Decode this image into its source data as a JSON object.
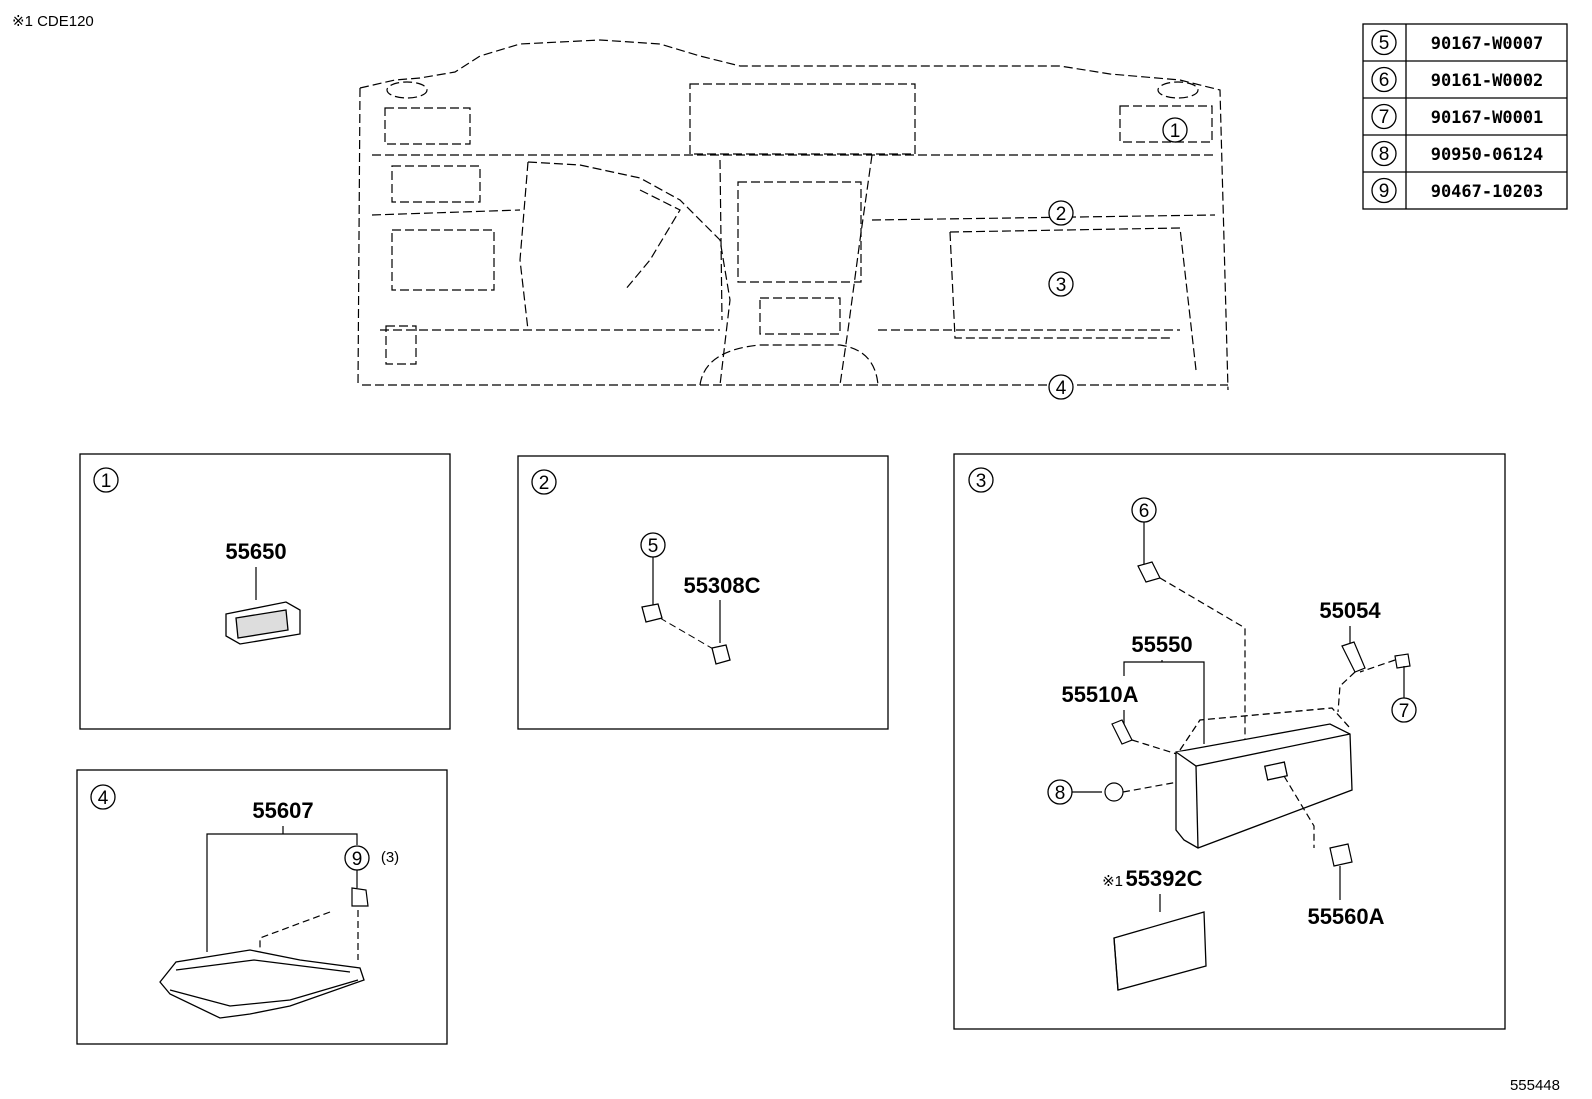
{
  "header_note": "※1 CDE120",
  "figure_id": "555448",
  "parts_table": [
    {
      "ref": "5",
      "part": "90167-W0007"
    },
    {
      "ref": "6",
      "part": "90161-W0002"
    },
    {
      "ref": "7",
      "part": "90167-W0001"
    },
    {
      "ref": "8",
      "part": "90950-06124"
    },
    {
      "ref": "9",
      "part": "90467-10203"
    }
  ],
  "overview_callouts": [
    "1",
    "2",
    "3",
    "4"
  ],
  "panels": {
    "p1": {
      "ref": "1",
      "parts": [
        "55650"
      ]
    },
    "p2": {
      "ref": "2",
      "callout": "5",
      "parts": [
        "55308C"
      ]
    },
    "p3": {
      "ref": "3",
      "callouts": [
        "6",
        "7",
        "8"
      ],
      "parts": [
        "55054",
        "55550",
        "55510A",
        "55560A"
      ],
      "note_mark": "※1",
      "note_part": "55392C"
    },
    "p4": {
      "ref": "4",
      "callout": "9",
      "qty": "(3)",
      "parts": [
        "55607"
      ]
    }
  }
}
